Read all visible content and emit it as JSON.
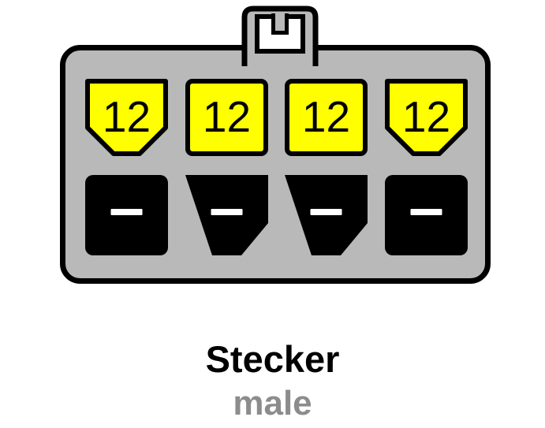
{
  "caption": {
    "title": "Stecker",
    "subtitle": "male"
  },
  "colors": {
    "background": "#ffffff",
    "body": "#b9b9b9",
    "outline": "#000000",
    "latch_slot": "#ffffff",
    "pin_12v_fill": "#ffff00",
    "pin_12v_text": "#000000",
    "pin_gnd_fill": "#000000",
    "pin_gnd_dash": "#ffffff",
    "title_color": "#000000",
    "subtitle_color": "#8c8c8c"
  },
  "pins": {
    "top_row": [
      {
        "label": "12",
        "shape": "chamfered"
      },
      {
        "label": "12",
        "shape": "square"
      },
      {
        "label": "12",
        "shape": "square"
      },
      {
        "label": "12",
        "shape": "chamfered"
      }
    ],
    "bottom_row": [
      {
        "symbol": "minus-dash",
        "shape": "square"
      },
      {
        "symbol": "minus-dash",
        "shape": "chamfered"
      },
      {
        "symbol": "minus-dash",
        "shape": "chamfered"
      },
      {
        "symbol": "minus-dash",
        "shape": "square"
      }
    ]
  }
}
